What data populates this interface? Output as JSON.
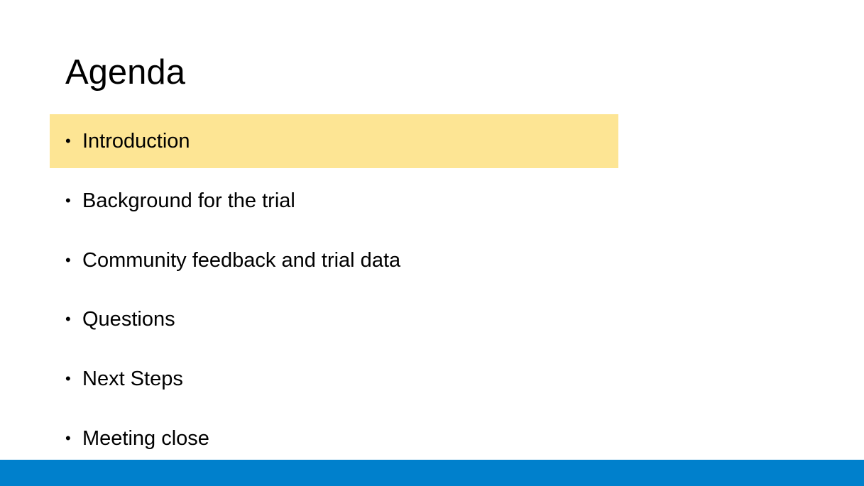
{
  "slide": {
    "title": "Agenda",
    "items": [
      {
        "label": "Introduction",
        "bullet": "•"
      },
      {
        "label": "Background for the trial",
        "bullet": "•"
      },
      {
        "label": "Community feedback and trial data",
        "bullet": "•"
      },
      {
        "label": "Questions",
        "bullet": "•"
      },
      {
        "label": "Next Steps",
        "bullet": "•"
      },
      {
        "label": "Meeting close",
        "bullet": "•"
      }
    ],
    "highlighted_item": "Introduction"
  },
  "colors": {
    "highlight": "#fde594",
    "footer_bar": "#0080cc",
    "text": "#000000",
    "background": "#ffffff"
  }
}
